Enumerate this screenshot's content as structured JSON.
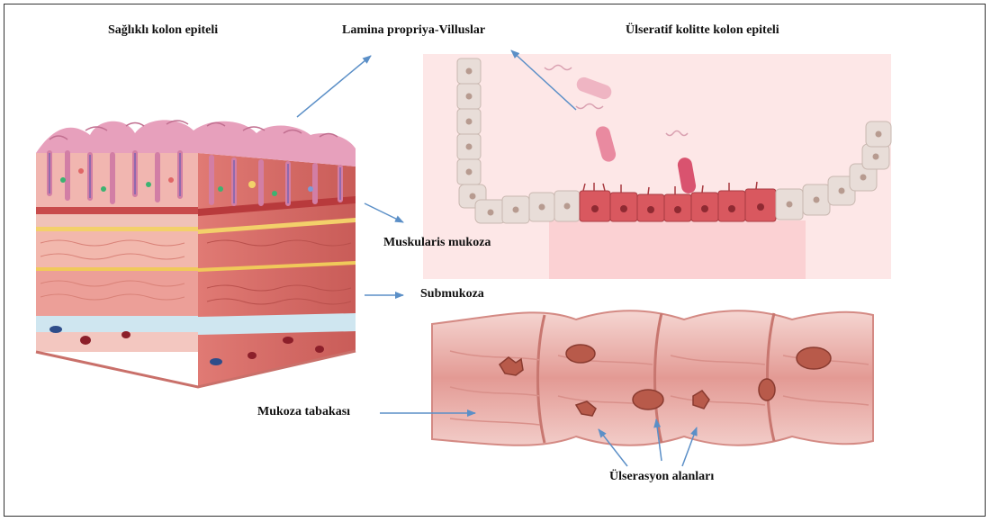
{
  "labels": {
    "healthy_epithelium": "Sağlıklı kolon epiteli",
    "lamina_propria": "Lamina propriya-Villuslar",
    "ulcerative_epithelium": "Ülseratif kolitte kolon epiteli",
    "muscularis_mucosa": "Muskularis mukoza",
    "submucosa": "Submukoza",
    "mucosa_layer": "Mukoza tabakası",
    "ulceration_areas": "Ülserasyon alanları"
  },
  "colors": {
    "arrow": "#5b8fc7",
    "tissue_pink": "#e8a0a0",
    "villus_pink": "#d98aa6",
    "muscle_red": "#d9665f",
    "healthy_cell": "#e8ddd8",
    "inflamed_cell": "#d9585f",
    "ulcer": "#b85a4a"
  }
}
